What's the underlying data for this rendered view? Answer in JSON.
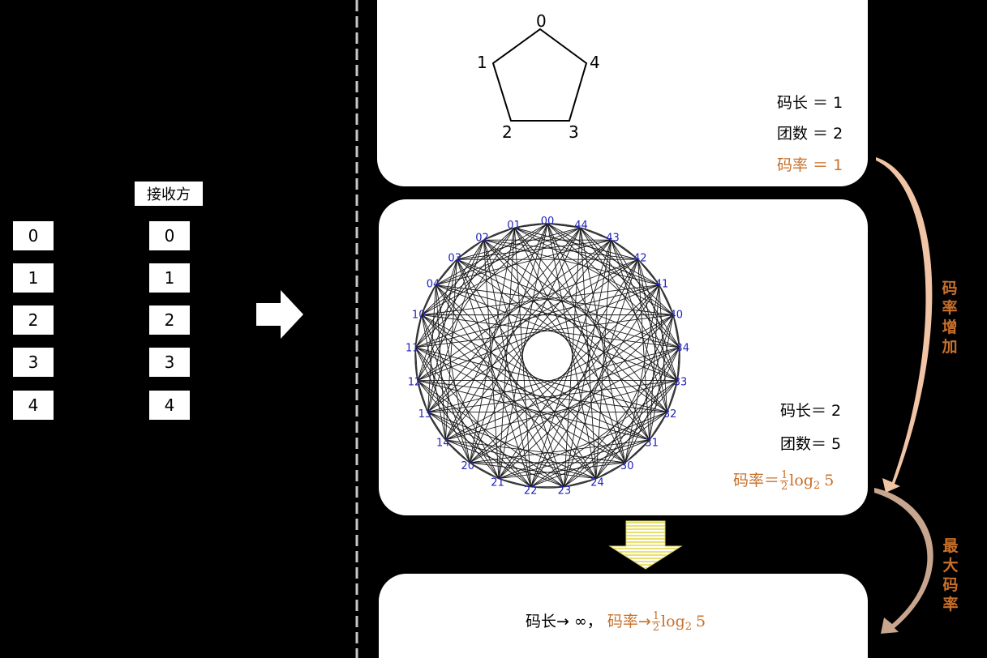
{
  "sender_symbols": [
    "0",
    "1",
    "2",
    "3",
    "4"
  ],
  "receiver": {
    "label": "接收方",
    "symbols": [
      "0",
      "1",
      "2",
      "3",
      "4"
    ]
  },
  "pentagon": {
    "nodes": [
      "0",
      "1",
      "2",
      "3",
      "4"
    ],
    "code_length_label": "码长 ＝ 1",
    "clique_label": "团数 ＝ 2",
    "rate_label": "码率 ＝ 1"
  },
  "circle_graph": {
    "nodes": [
      "00",
      "44",
      "43",
      "42",
      "41",
      "40",
      "34",
      "33",
      "32",
      "31",
      "30",
      "24",
      "23",
      "22",
      "21",
      "20",
      "14",
      "13",
      "12",
      "11",
      "10",
      "04",
      "03",
      "02",
      "01"
    ],
    "code_length_label": "码长＝ 2",
    "clique_label": "团数＝ 5",
    "rate_prefix": "码率＝",
    "rate_formula": {
      "num": "1",
      "den": "2",
      "log": "log",
      "base": "2",
      "arg": "5"
    }
  },
  "bottom": {
    "text": "码长→ ∞，",
    "rate_prefix": "码率→",
    "rate_formula": {
      "num": "1",
      "den": "2",
      "log": "log",
      "base": "2",
      "arg": "5"
    }
  },
  "side_labels": {
    "increase": [
      "码",
      "率",
      "增",
      "加"
    ],
    "max": [
      "最",
      "大",
      "码",
      "率"
    ]
  },
  "colors": {
    "accent": "#c8702a",
    "node_label": "#2222bb",
    "arrow_peach": "#f1c4a6",
    "arrow_tan": "#c8a58e",
    "down_arrow": "#e8e070"
  }
}
